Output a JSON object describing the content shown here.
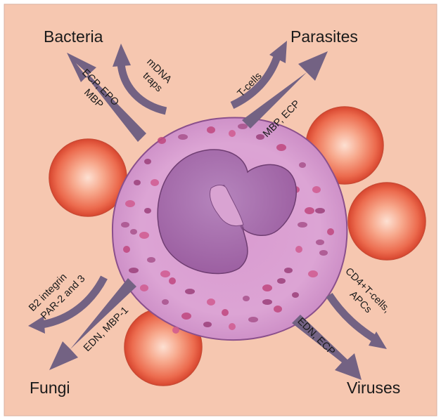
{
  "targets": {
    "bacteria": "Bacteria",
    "parasites": "Parasites",
    "fungi": "Fungi",
    "viruses": "Viruses"
  },
  "mediators": {
    "bacteria_main_line1": "ECP, EPO",
    "bacteria_main_line2": "MBP",
    "bacteria_curved_line1": "mDNA",
    "bacteria_curved_line2": "traps",
    "parasites_curved": "T-cells",
    "parasites_main": "MBP, ECP",
    "fungi_curved_line1": "B2 integrin",
    "fungi_curved_line2": "PAR-2 and 3",
    "fungi_main": "EDN, MBP-1",
    "viruses_curved_line1": "CD4+T-cells,",
    "viruses_curved_line2": "APCs",
    "viruses_main": "EDN, ECP"
  },
  "colors": {
    "background": "#f6c7b0",
    "arrow": "#736283",
    "rbc_outer": "#e8553d",
    "rbc_center": "#fbd3c2",
    "cell_body": "#dca0d1",
    "nucleus": "#a86aa9",
    "granule": "#b33568"
  }
}
